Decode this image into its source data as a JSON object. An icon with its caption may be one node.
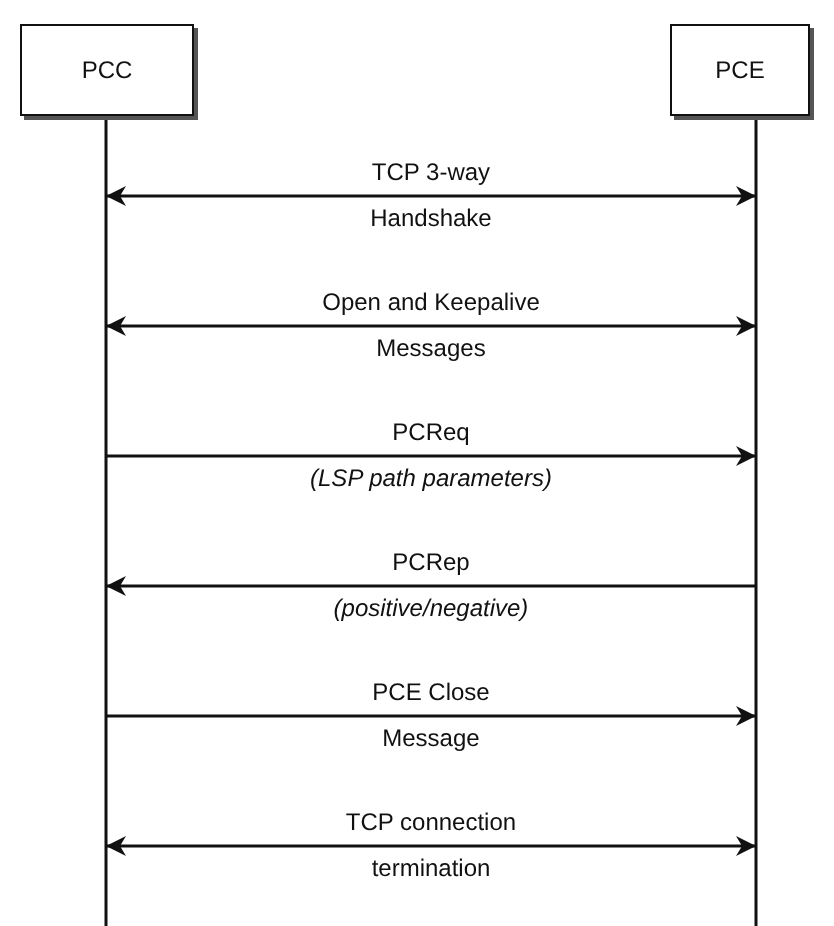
{
  "diagram": {
    "nodes": [
      {
        "text": [
          "PCC"
        ]
      },
      {
        "text": [
          "PCE"
        ]
      }
    ],
    "edges": [
      {
        "from": 0,
        "to": 1,
        "arrow": "both",
        "label": "TCP 3-way Handshake"
      },
      {
        "from": 0,
        "to": 1,
        "arrow": "both",
        "label": "Open and Keepalive Messages"
      },
      {
        "from": 0,
        "to": 1,
        "arrow": "to",
        "label": "PCReq *(LSP path parameters)*"
      },
      {
        "from": 1,
        "to": 0,
        "arrow": "to",
        "label": "PCRep *(positive/negative)*"
      },
      {
        "from": 0,
        "to": 1,
        "arrow": "to",
        "label": "PCE Close Message"
      },
      {
        "from": 0,
        "to": 1,
        "arrow": "both",
        "label": "TCP connection termination"
      }
    ]
  }
}
